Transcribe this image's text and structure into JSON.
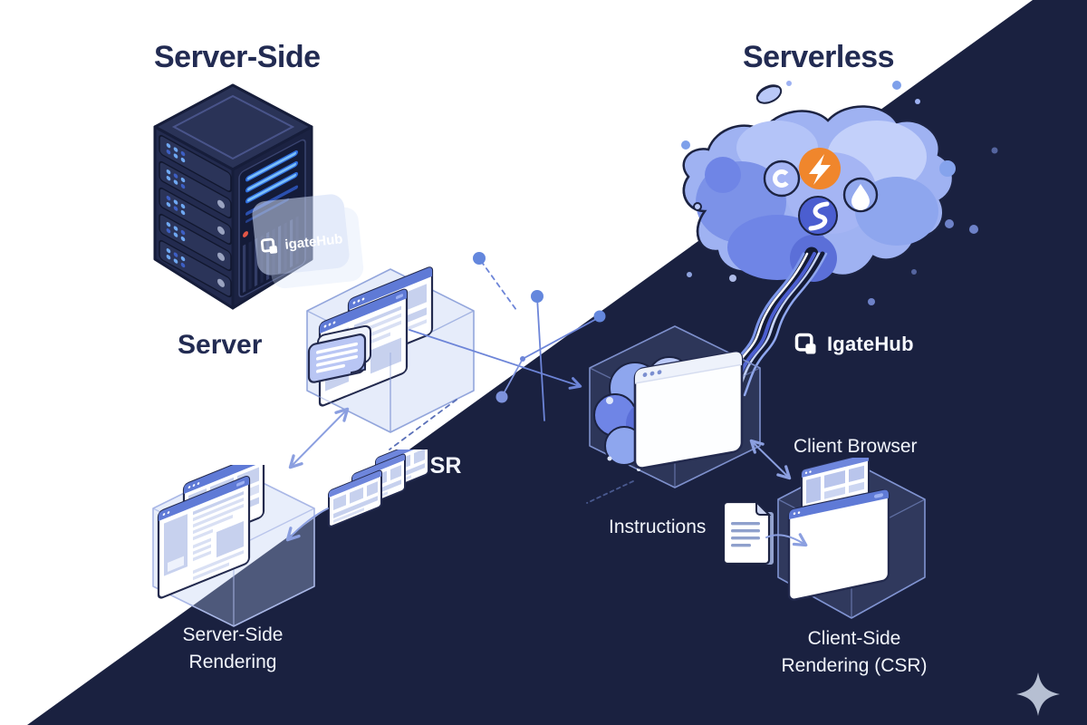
{
  "header": {
    "left_title": "Server-Side",
    "right_title": "Serverless"
  },
  "labels": {
    "server": "Server",
    "ssr": "SSR",
    "ssr_caption": {
      "line1": "Server-Side",
      "line2": "Rendering"
    },
    "client_browser": "Client Browser",
    "instructions": "Instructions",
    "csr_caption": {
      "line1": "Client-Side",
      "line2": "Rendering (CSR)"
    },
    "brand": "IgateHub",
    "server_badge_brand": "igateHub"
  },
  "icons": [
    "server-rack-icon",
    "igatehub-logo-icon",
    "cloud-icon",
    "lightning-icon",
    "crescent-icon",
    "s-bolt-icon",
    "water-drop-icon",
    "data-stream-icon",
    "browser-window-icon",
    "message-card-icon",
    "window-stack-icon",
    "network-nodes-icon",
    "documents-icon",
    "sparkle-icon",
    "arrow-icon"
  ],
  "colors": {
    "background_light": "#ffffff",
    "background_dark": "#1a2140",
    "title_text": "#222b52",
    "light_text": "#f2f5fb",
    "browser_titlebar_blue": "#5f7ad6",
    "content_block_blue": "#c7d1ee",
    "cube_stroke": "#8fa3dc",
    "node_blue": "#6487dd",
    "cloud_mid_blue": "#8ea6ee",
    "cloud_deep_blue": "#5b6fd8",
    "cloud_light_blue": "#c3d0fa",
    "accent_orange": "#f0862c",
    "outline_navy": "#1c2342",
    "sparkle_grey": "#b6bfd2"
  }
}
